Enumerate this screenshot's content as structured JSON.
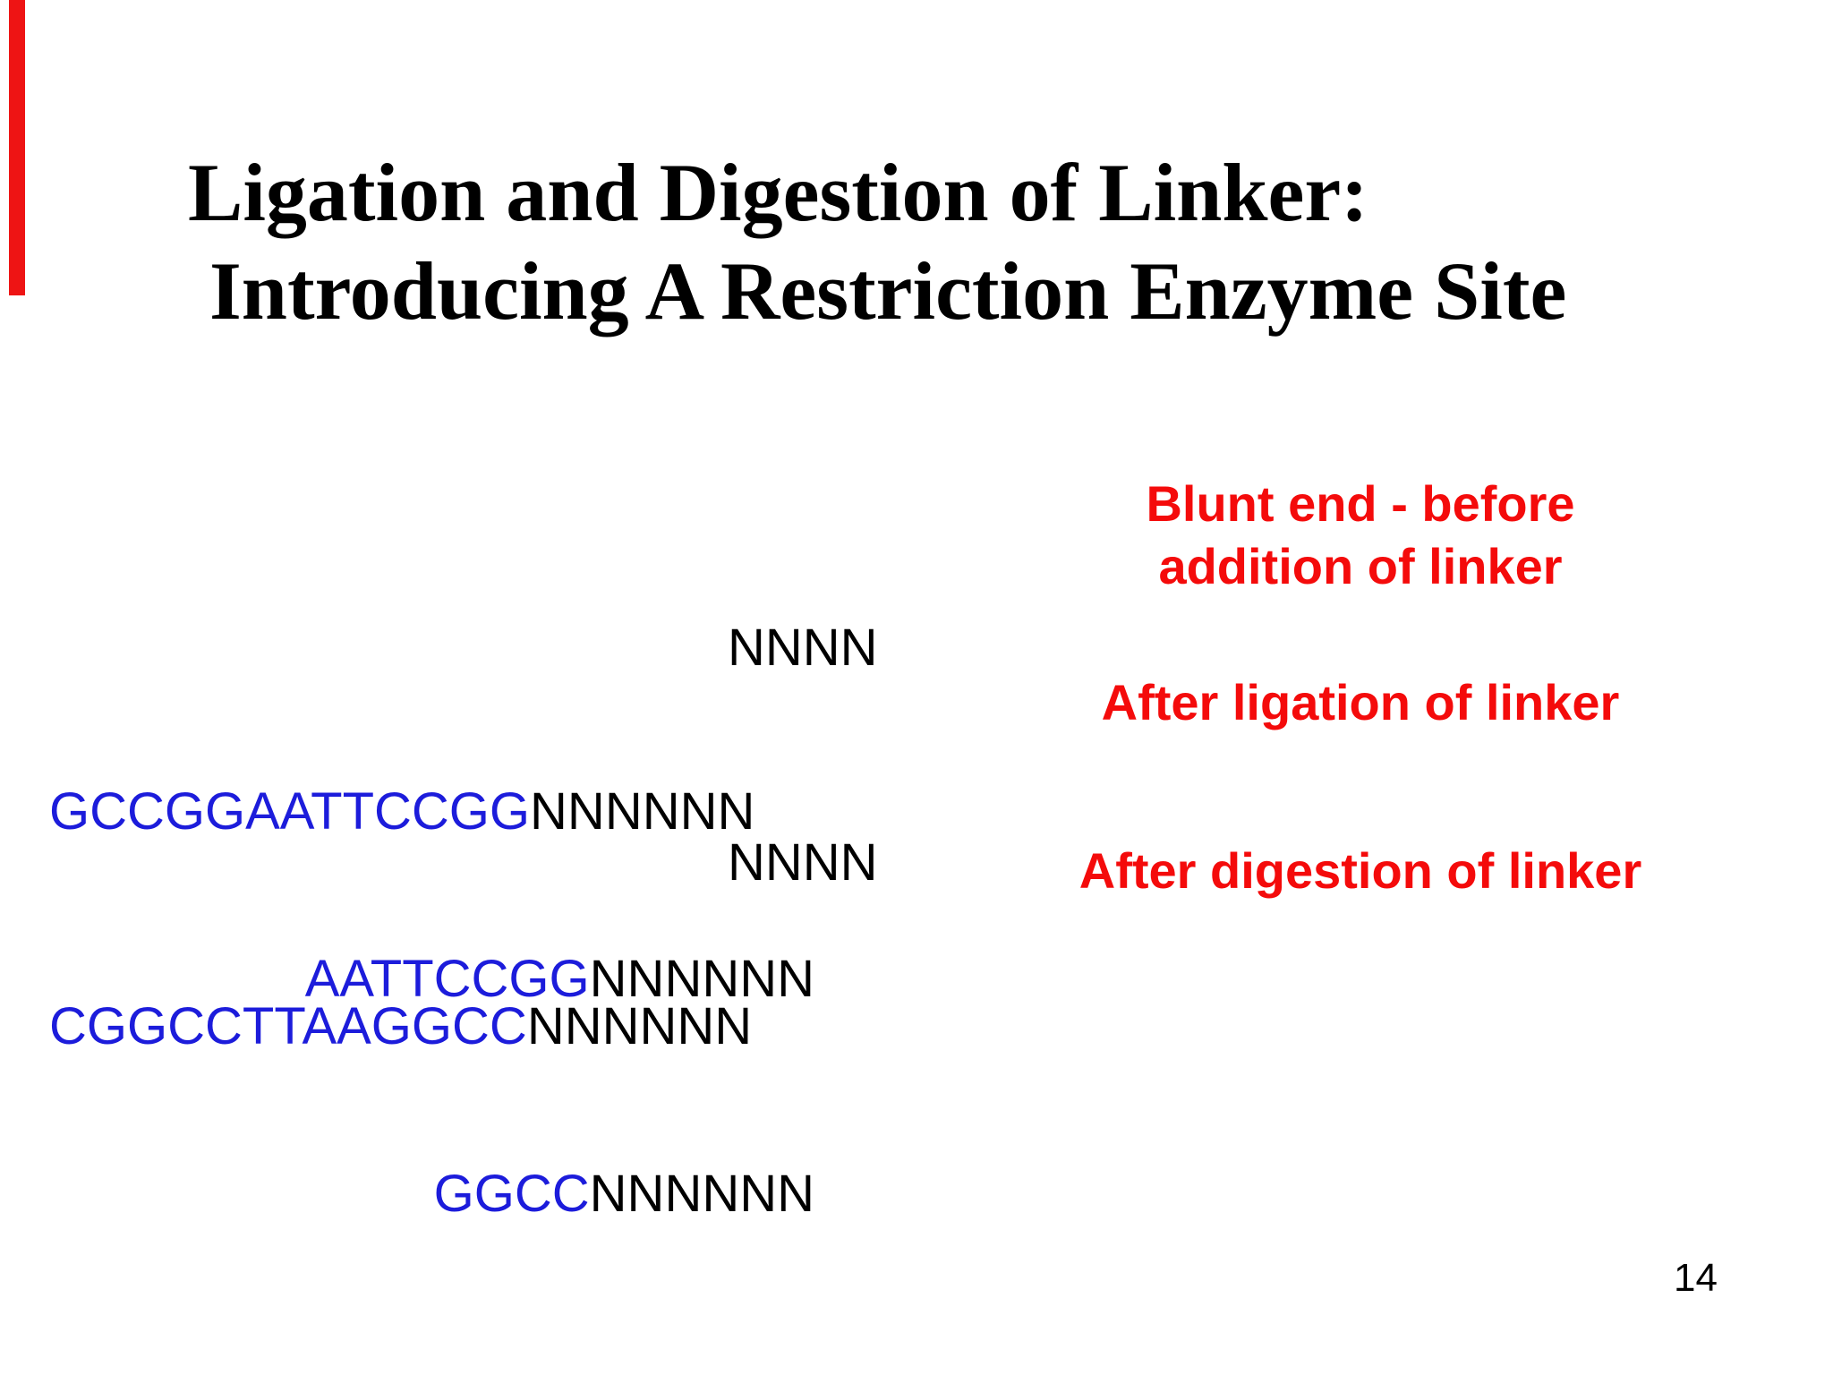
{
  "title": {
    "line1": "Ligation and Digestion of Linker:",
    "line2": "Introducing A Restriction Enzyme Site"
  },
  "sequences": {
    "blunt": {
      "line1_black": "NNNN",
      "line2_black": "NNNN"
    },
    "ligated": {
      "line1_blue": "GCCGGAATTCCGG",
      "line1_black": "NNNNNN",
      "line2_blue": "CGGCCTTAAGGCC",
      "line2_black": "NNNNNN"
    },
    "digested": {
      "line1_blue": "AATTCCGG",
      "line1_black": "NNNNNN",
      "line2_blue": "GGCC",
      "line2_black": "NNNNNN"
    }
  },
  "labels": {
    "blunt_line1": "Blunt end - before",
    "blunt_line2": "addition of linker",
    "ligated": "After ligation of linker",
    "digested": "After digestion of linker"
  },
  "page_number": "14",
  "colors": {
    "background": "#ffffff",
    "title_black": "#000000",
    "sequence_blue": "#1c1cdb",
    "sequence_black": "#000000",
    "label_red": "#f40b0b",
    "left_edge_bar_red": "#ee1414"
  }
}
